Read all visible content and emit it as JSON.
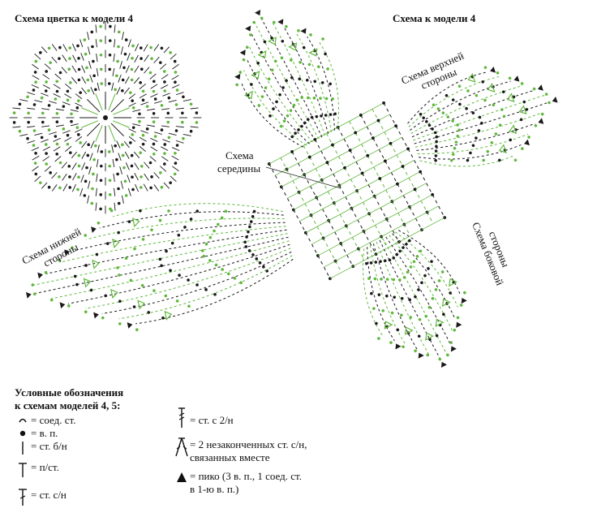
{
  "labels": {
    "flower_title": "Схема цветка к модели 4",
    "model_title": "Схема к модели 4",
    "top_side": [
      "Схема верхней",
      "стороны"
    ],
    "middle": [
      "Схема",
      "середины"
    ],
    "bottom_side": [
      "Схема нижней",
      "стороны"
    ],
    "lateral_side": [
      "Схема боковой",
      "стороны"
    ]
  },
  "legend": {
    "title": [
      "Условные обозначения",
      "к схемам моделей 4, 5:"
    ],
    "items": [
      {
        "icon": "slip-stitch-icon",
        "text": "= соед. ст."
      },
      {
        "icon": "chain-stitch-icon",
        "text": "= в. п."
      },
      {
        "icon": "single-crochet-icon",
        "text": "= ст. б/н"
      },
      {
        "icon": "half-double-crochet-icon",
        "text": "= п/ст."
      },
      {
        "icon": "double-crochet-icon",
        "text": "= ст. с/н"
      },
      {
        "icon": "treble-crochet-icon",
        "text": "= ст. с 2/н"
      },
      {
        "icon": "dc2tog-icon",
        "text": [
          "= 2 незаконченных ст. с/н,",
          "связанных вместе"
        ]
      },
      {
        "icon": "picot-icon",
        "text": [
          "= пико (3 в. п., 1 соед. ст.",
          "в 1-ю в. п.)"
        ]
      }
    ]
  },
  "colors": {
    "stitch_green": "#5fb83c",
    "stitch_dark": "#1a1a1a",
    "text": "#111111",
    "background": "#ffffff"
  }
}
